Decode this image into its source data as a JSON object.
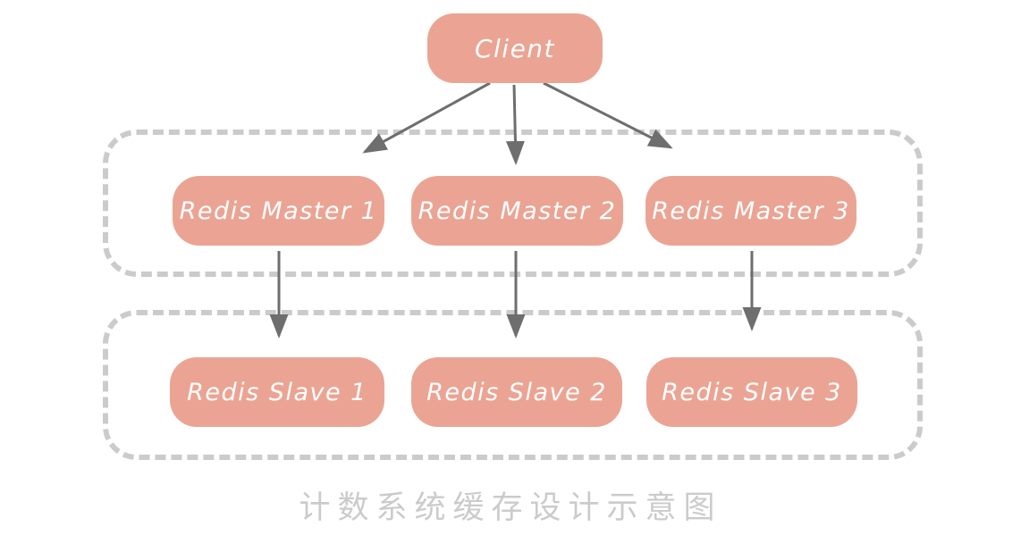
{
  "diagram": {
    "client": {
      "label": "Client"
    },
    "masters": [
      {
        "label": "Redis Master 1"
      },
      {
        "label": "Redis Master 2"
      },
      {
        "label": "Redis Master 3"
      }
    ],
    "slaves": [
      {
        "label": "Redis Slave 1"
      },
      {
        "label": "Redis Slave 2"
      },
      {
        "label": "Redis Slave 3"
      }
    ],
    "edges": [
      {
        "from": "client",
        "to": "master-1"
      },
      {
        "from": "client",
        "to": "master-2"
      },
      {
        "from": "client",
        "to": "master-3"
      },
      {
        "from": "master-1",
        "to": "slave-1"
      },
      {
        "from": "master-2",
        "to": "slave-2"
      },
      {
        "from": "master-3",
        "to": "slave-3"
      }
    ],
    "caption": "计数系统缓存设计示意图",
    "colors": {
      "node_fill": "#EBA493",
      "node_text": "#FFFFFF",
      "dashed_border": "#CBCBCB",
      "arrow": "#6E6E6E",
      "caption_text": "#CBCBCB",
      "background": "#FFFFFF"
    }
  }
}
